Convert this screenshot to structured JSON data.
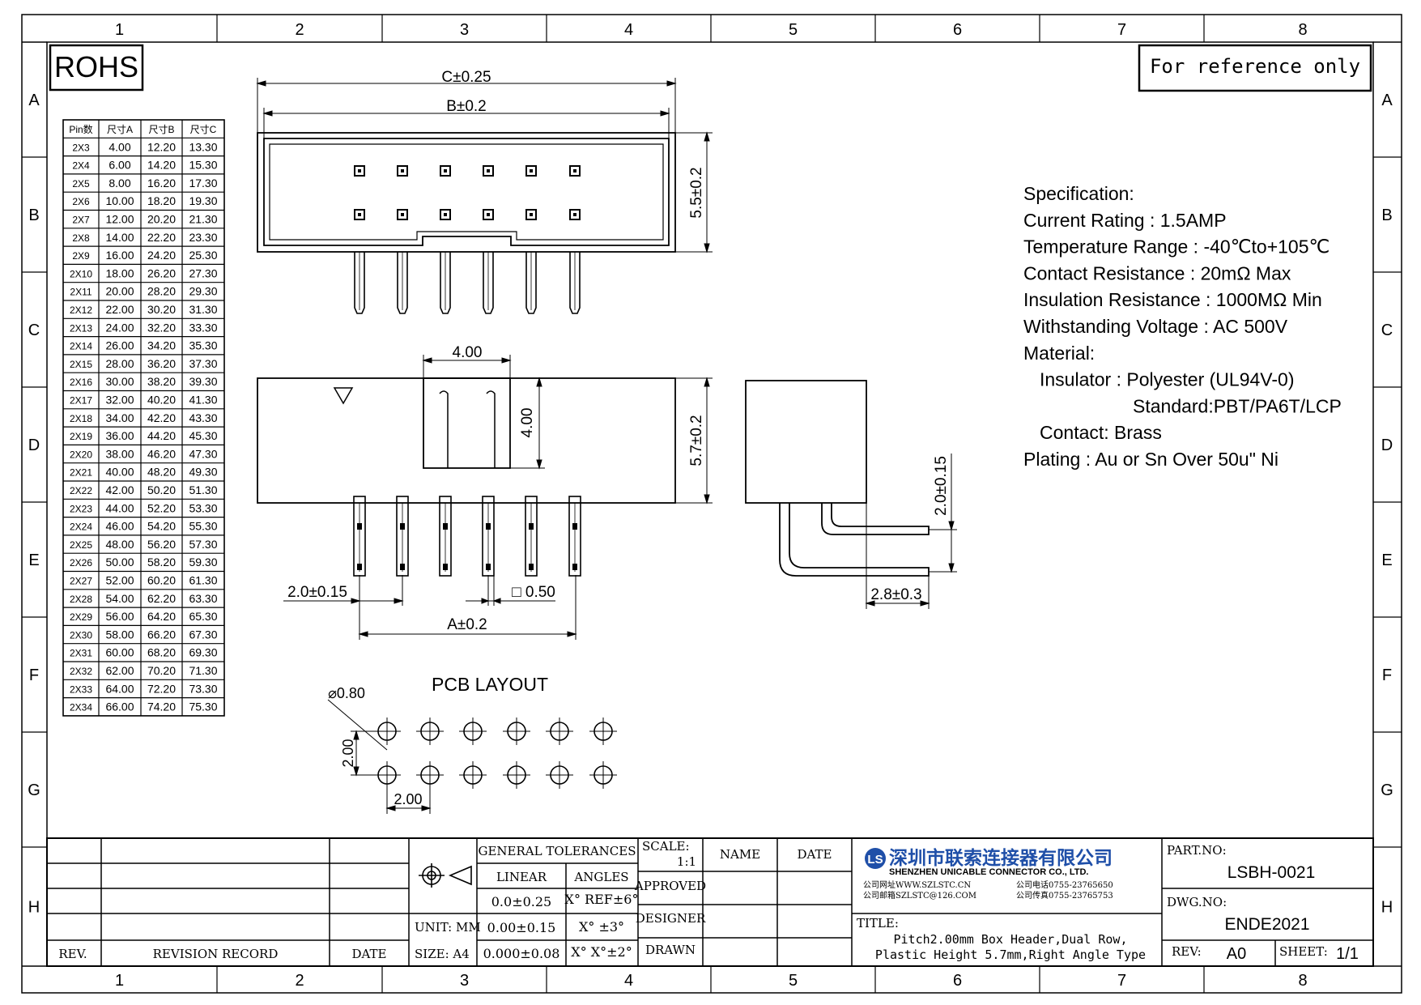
{
  "frame": {
    "column_labels": [
      "1",
      "2",
      "3",
      "4",
      "5",
      "6",
      "7",
      "8"
    ],
    "row_labels": [
      "A",
      "B",
      "C",
      "D",
      "E",
      "F",
      "G",
      "H"
    ]
  },
  "header": {
    "rohs_label": "ROHS",
    "reference_note": "For reference only"
  },
  "pin_table": {
    "headers": [
      "Pin数",
      "尺寸A",
      "尺寸B",
      "尺寸C"
    ],
    "rows": [
      [
        "2X3",
        "4.00",
        "12.20",
        "13.30"
      ],
      [
        "2X4",
        "6.00",
        "14.20",
        "15.30"
      ],
      [
        "2X5",
        "8.00",
        "16.20",
        "17.30"
      ],
      [
        "2X6",
        "10.00",
        "18.20",
        "19.30"
      ],
      [
        "2X7",
        "12.00",
        "20.20",
        "21.30"
      ],
      [
        "2X8",
        "14.00",
        "22.20",
        "23.30"
      ],
      [
        "2X9",
        "16.00",
        "24.20",
        "25.30"
      ],
      [
        "2X10",
        "18.00",
        "26.20",
        "27.30"
      ],
      [
        "2X11",
        "20.00",
        "28.20",
        "29.30"
      ],
      [
        "2X12",
        "22.00",
        "30.20",
        "31.30"
      ],
      [
        "2X13",
        "24.00",
        "32.20",
        "33.30"
      ],
      [
        "2X14",
        "26.00",
        "34.20",
        "35.30"
      ],
      [
        "2X15",
        "28.00",
        "36.20",
        "37.30"
      ],
      [
        "2X16",
        "30.00",
        "38.20",
        "39.30"
      ],
      [
        "2X17",
        "32.00",
        "40.20",
        "41.30"
      ],
      [
        "2X18",
        "34.00",
        "42.20",
        "43.30"
      ],
      [
        "2X19",
        "36.00",
        "44.20",
        "45.30"
      ],
      [
        "2X20",
        "38.00",
        "46.20",
        "47.30"
      ],
      [
        "2X21",
        "40.00",
        "48.20",
        "49.30"
      ],
      [
        "2X22",
        "42.00",
        "50.20",
        "51.30"
      ],
      [
        "2X23",
        "44.00",
        "52.20",
        "53.30"
      ],
      [
        "2X24",
        "46.00",
        "54.20",
        "55.30"
      ],
      [
        "2X25",
        "48.00",
        "56.20",
        "57.30"
      ],
      [
        "2X26",
        "50.00",
        "58.20",
        "59.30"
      ],
      [
        "2X27",
        "52.00",
        "60.20",
        "61.30"
      ],
      [
        "2X28",
        "54.00",
        "62.20",
        "63.30"
      ],
      [
        "2X29",
        "56.00",
        "64.20",
        "65.30"
      ],
      [
        "2X30",
        "58.00",
        "66.20",
        "67.30"
      ],
      [
        "2X31",
        "60.00",
        "68.20",
        "69.30"
      ],
      [
        "2X32",
        "62.00",
        "70.20",
        "71.30"
      ],
      [
        "2X33",
        "64.00",
        "72.20",
        "73.30"
      ],
      [
        "2X34",
        "66.00",
        "74.20",
        "75.30"
      ]
    ]
  },
  "dimensions": {
    "c": "C±0.25",
    "b": "B±0.2",
    "top_height": "5.5±0.2",
    "front_height": "5.7±0.2",
    "window_width": "4.00",
    "window_height": "4.00",
    "pitch": "2.0±0.15",
    "pin_square": "□ 0.50",
    "a": "A±0.2",
    "side_pin_pitch": "2.0±0.15",
    "side_offset": "2.8±0.3",
    "hole_diameter": "⌀0.80",
    "pcb_pitch_v": "2.00",
    "pcb_pitch_h": "2.00"
  },
  "pcb_layout_title": "PCB LAYOUT",
  "specification": {
    "lines": [
      "Specification:",
      "Current Rating : 1.5AMP",
      "Temperature Range : -40℃to+105℃",
      "Contact Resistance : 20mΩ Max",
      "Insulation Resistance : 1000MΩ Min",
      "Withstanding Voltage : AC 500V",
      "Material:",
      "Insulator : Polyester (UL94V-0)",
      "Standard:PBT/PA6T/LCP",
      "Contact: Brass",
      "Plating : Au or Sn Over 50u\" Ni"
    ]
  },
  "title_block": {
    "rev_label": "REV.",
    "revision_record_label": "REVISION RECORD",
    "date_label": "DATE",
    "unit": "UNIT: MM",
    "size": "SIZE: A4",
    "general_tolerances": "GENERAL TOLERANCES",
    "linear": "LINEAR",
    "angles": "ANGLES",
    "tol_linear": [
      "0.0±0.25",
      "0.00±0.15",
      "0.000±0.08"
    ],
    "tol_angles": [
      "X° REF±6°",
      "X° ±3°",
      "X° X°±2°"
    ],
    "scale_label": "SCALE:",
    "scale_value": "1:1",
    "name_label": "NAME",
    "date_col_label": "DATE",
    "approved": "APPROVED",
    "designer": "DESIGNER",
    "drawn": "DRAWN",
    "company_cn": "深圳市联索连接器有限公司",
    "company_en": "SHENZHEN UNICABLE CONNECTOR CO., LTD.",
    "website": "公司网址WWW.SZLSTC.CN",
    "email": "公司邮箱SZLSTC@126.COM",
    "phone": "公司电话0755-23765650",
    "fax": "公司传真0755-23765753",
    "title_label": "TITLE:",
    "title_line1": "Pitch2.00mm Box Header,Dual Row,",
    "title_line2": "Plastic Height 5.7mm,Right Angle Type",
    "part_no_label": "PART.NO:",
    "part_no": "LSBH-0021",
    "dwg_no_label": "DWG.NO:",
    "dwg_no": "ENDE2021",
    "rev_field_label": "REV:",
    "rev_value": "A0",
    "sheet_label": "SHEET:",
    "sheet_value": "1/1"
  },
  "colors": {
    "ink": "#000000",
    "logo_blue": "#1f4fa8"
  }
}
